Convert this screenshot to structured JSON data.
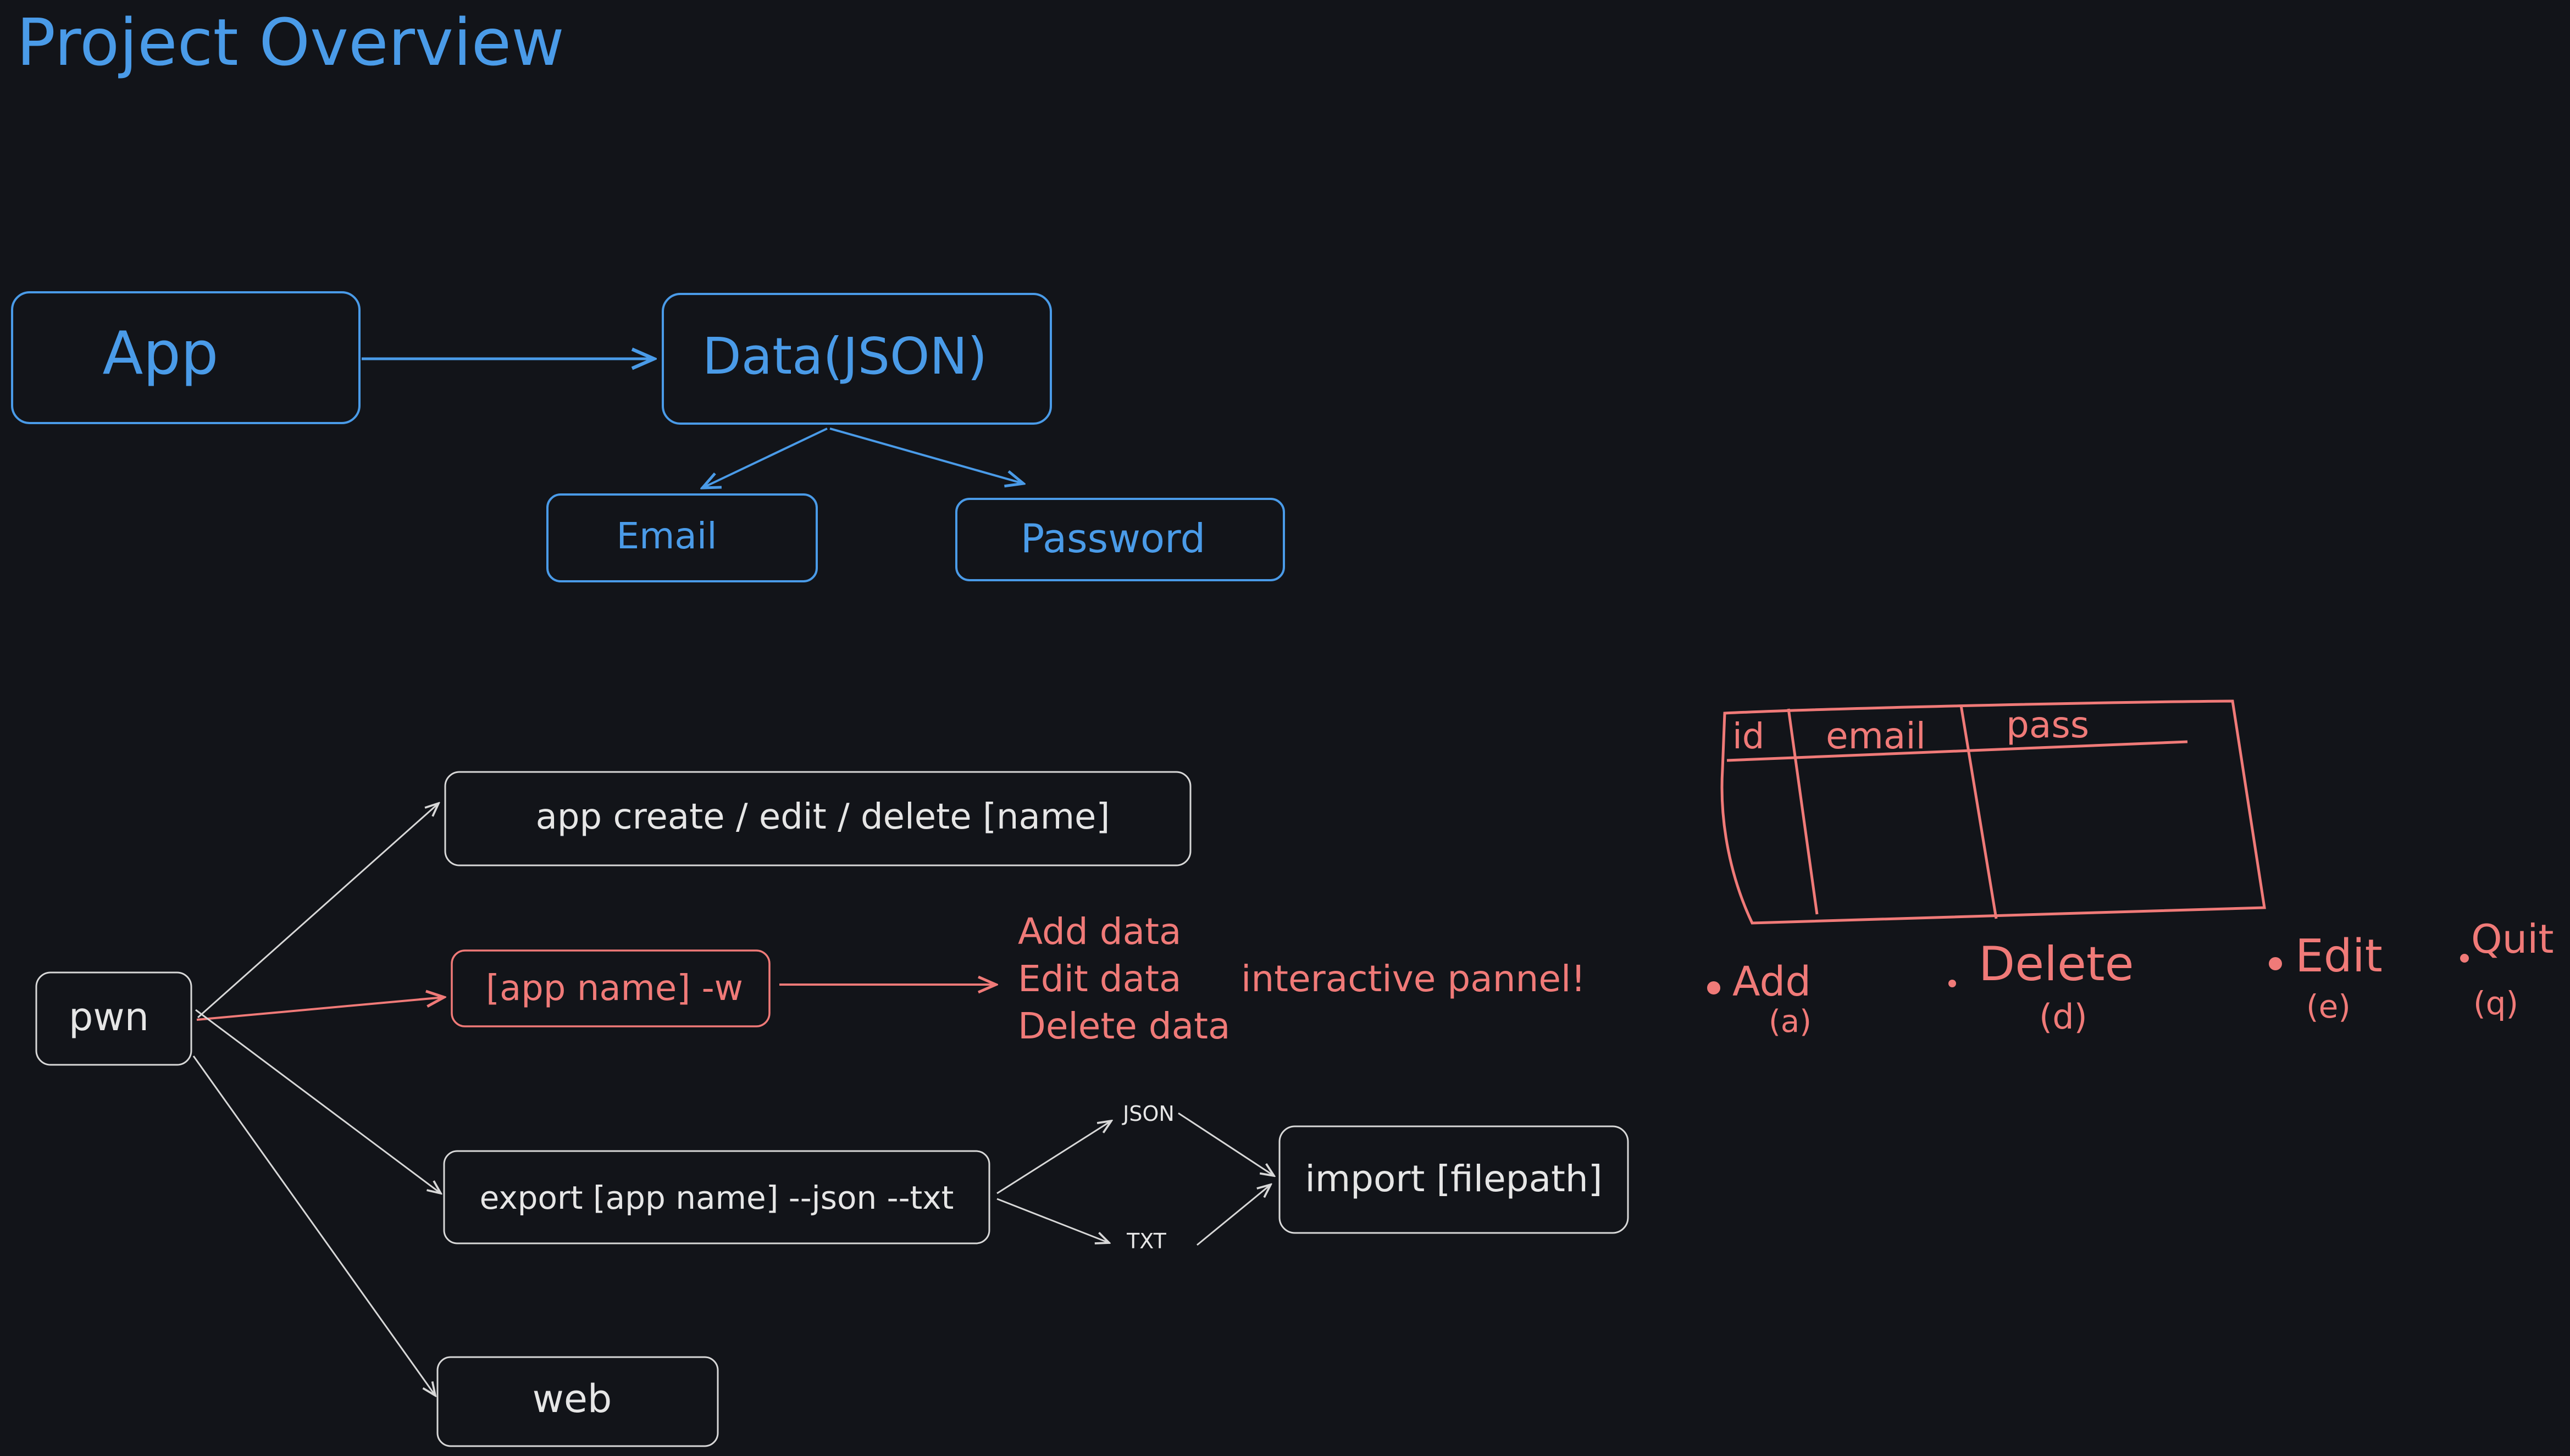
{
  "title": "Project Overview",
  "colors": {
    "background": "#121419",
    "blue": "#4a9be8",
    "red": "#f07a78",
    "white": "#e6e6e6"
  },
  "architecture": {
    "app": "App",
    "data": "Data(JSON)",
    "email": "Email",
    "password": "Password"
  },
  "cli": {
    "root": "pwn",
    "crud": "app create / edit / delete [name]",
    "interactive": "[app name] -w",
    "interactive_items": [
      "Add data",
      "Edit data",
      "Delete data"
    ],
    "interactive_note": "interactive pannel!",
    "export": "export [app name] --json --txt",
    "json_format": "JSON",
    "txt_format": "TXT",
    "import": "import [filepath]",
    "web": "web"
  },
  "table_sketch": {
    "columns": [
      "id",
      "email",
      "pass"
    ],
    "actions": [
      {
        "label": "Add",
        "key": "(a)"
      },
      {
        "label": "Delete",
        "key": "(d)"
      },
      {
        "label": "Edit",
        "key": "(e)"
      },
      {
        "label": "Quit",
        "key": "(q)"
      }
    ]
  }
}
